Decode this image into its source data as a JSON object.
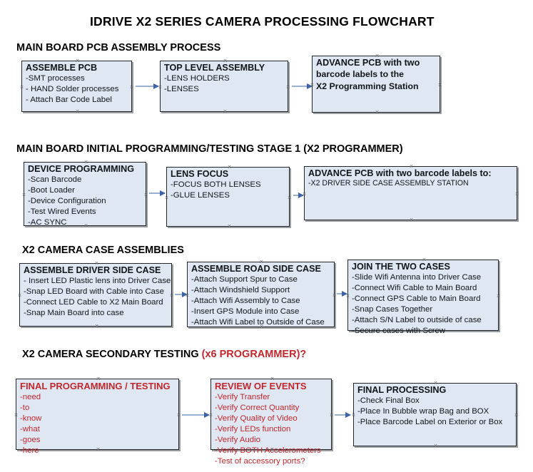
{
  "document": {
    "title": "IDRIVE X2  SERIES CAMERA PROCESSING FLOWCHART"
  },
  "colors": {
    "node_fill": "#dfe7f2",
    "node_border": "#23272b",
    "accent_red": "#C1272D",
    "arrow_line": "#9ab0d0",
    "arrow_head": "#3d62a8",
    "text": "#11161b"
  },
  "sections": [
    {
      "id": "section-1",
      "heading": "MAIN BOARD PCB ASSEMBLY PROCESS",
      "heading_accent": "",
      "nodes": [
        {
          "id": "assemble-pcb",
          "title": "ASSEMBLE PCB",
          "lines": [
            "-SMT processes",
            "- HAND Solder processes",
            "- Attach Bar Code Label"
          ]
        },
        {
          "id": "top-level-assembly",
          "title": "TOP LEVEL ASSEMBLY",
          "lines": [
            "-LENS HOLDERS",
            "-LENSES"
          ]
        },
        {
          "id": "advance-pcb-programming-station",
          "title": "ADVANCE PCB with two",
          "lines": [
            "barcode labels to the",
            " X2 Programming Station"
          ]
        }
      ]
    },
    {
      "id": "section-2",
      "heading": "MAIN BOARD INITIAL PROGRAMMING/TESTING STAGE 1 (X2 PROGRAMMER)",
      "heading_accent": "",
      "nodes": [
        {
          "id": "device-programming",
          "title": "DEVICE PROGRAMMING",
          "lines": [
            "-Scan Barcode",
            "-Boot Loader",
            "-Device Configuration",
            "-Test Wired Events",
            "-AC SYNC"
          ]
        },
        {
          "id": "lens-focus",
          "title": "LENS FOCUS",
          "lines": [
            "-FOCUS BOTH LENSES",
            "-GLUE LENSES"
          ]
        },
        {
          "id": "advance-pcb-driver-side-station",
          "title": "ADVANCE PCB with two barcode labels to:",
          "lines": [
            "-X2 DRIVER  SIDE  CASE  ASSEMBLY STATION"
          ]
        }
      ]
    },
    {
      "id": "section-3",
      "heading": "X2 CAMERA CASE ASSEMBLIES",
      "heading_accent": "",
      "nodes": [
        {
          "id": "assemble-driver-side-case",
          "title": "ASSEMBLE DRIVER SIDE CASE",
          "lines": [
            "- Insert LED Plastic lens into Driver Case",
            "-Snap LED Board with Cable into Case",
            "-Connect LED Cable to X2 Main Board",
            "-Snap Main Board into case"
          ]
        },
        {
          "id": "assemble-road-side-case",
          "title": "ASSEMBLE ROAD SIDE CASE",
          "lines": [
            "-Attach Support Spur to Case",
            "-Attach Windshield Support",
            "-Attach Wifi Assembly to Case",
            "-Insert GPS Module into Case",
            "-Attach Wifi Label to Outside of Case"
          ]
        },
        {
          "id": "join-the-two-cases",
          "title": "JOIN THE TWO CASES",
          "lines": [
            "-Slide Wifi Antenna into Driver Case",
            "-Connect Wifi Cable to Main Board",
            "-Connect GPS Cable to Main Board",
            "-Snap Cases Together",
            "-Attach S/N Label to outside of case",
            "-Secure cases with Screw"
          ]
        }
      ]
    },
    {
      "id": "section-4",
      "heading": "X2 CAMERA SECONDARY TESTING ",
      "heading_accent": "(x6 PROGRAMMER)?",
      "nodes": [
        {
          "id": "final-programming-testing",
          "title": "FINAL PROGRAMMING / TESTING",
          "lines": [
            "-need",
            "-to",
            "-know",
            "-what",
            "-goes",
            "-here"
          ]
        },
        {
          "id": "review-of-events",
          "title": "REVIEW OF EVENTS",
          "lines": [
            "-Verify Transfer",
            "-Verify Correct Quantity",
            "-Verify Quality of Video",
            "-Verify LEDs function",
            "-Verify Audio",
            "-Verify BOTH Accelerometers",
            "-Test of accessory ports?"
          ]
        },
        {
          "id": "final-processing",
          "title": "FINAL PROCESSING",
          "lines": [
            " -Check Final Box",
            "-Place In Bubble wrap Bag and BOX",
            "-Place Barcode Label on Exterior or Box"
          ]
        }
      ]
    }
  ]
}
